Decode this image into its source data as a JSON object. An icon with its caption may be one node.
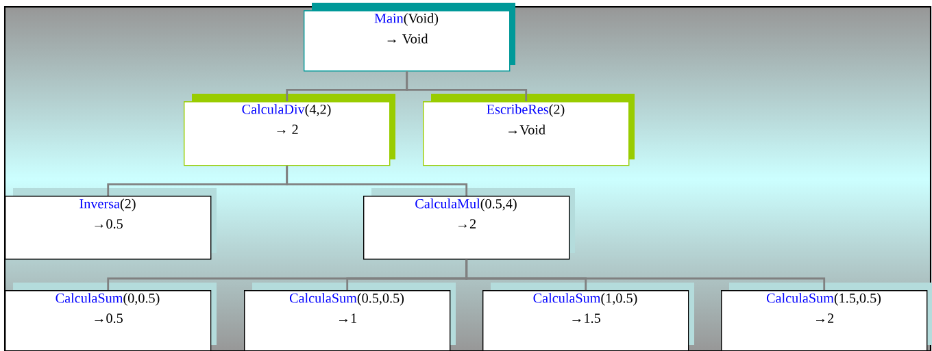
{
  "diagram": {
    "nodes": [
      {
        "text": [
          "Main",
          "(Void)",
          "→ Void"
        ]
      },
      {
        "text": [
          "CalculaDiv",
          "(4,2)",
          "→ 2"
        ]
      },
      {
        "text": [
          "EscribeRes",
          "(2)",
          "→Void"
        ]
      },
      {
        "text": [
          "Inversa",
          "(2)",
          "→0.5"
        ]
      },
      {
        "text": [
          "CalculaMul",
          "(0.5,4)",
          "→2"
        ]
      },
      {
        "text": [
          "CalculaSum",
          "(0,0.5)",
          "→0.5"
        ]
      },
      {
        "text": [
          "CalculaSum",
          "(0.5,0.5)",
          "→1"
        ]
      },
      {
        "text": [
          "CalculaSum",
          "(1,0.5)",
          "→1.5"
        ]
      },
      {
        "text": [
          "CalculaSum",
          "(1.5,0.5)",
          "→2"
        ]
      }
    ],
    "edges": [
      {
        "from": 0,
        "to": 1,
        "arrow": "none"
      },
      {
        "from": 0,
        "to": 2,
        "arrow": "none"
      },
      {
        "from": 1,
        "to": 3,
        "arrow": "none"
      },
      {
        "from": 1,
        "to": 4,
        "arrow": "none"
      },
      {
        "from": 4,
        "to": 5,
        "arrow": "none"
      },
      {
        "from": 4,
        "to": 6,
        "arrow": "none"
      },
      {
        "from": 4,
        "to": 7,
        "arrow": "none"
      },
      {
        "from": 4,
        "to": 8,
        "arrow": "none"
      }
    ]
  }
}
